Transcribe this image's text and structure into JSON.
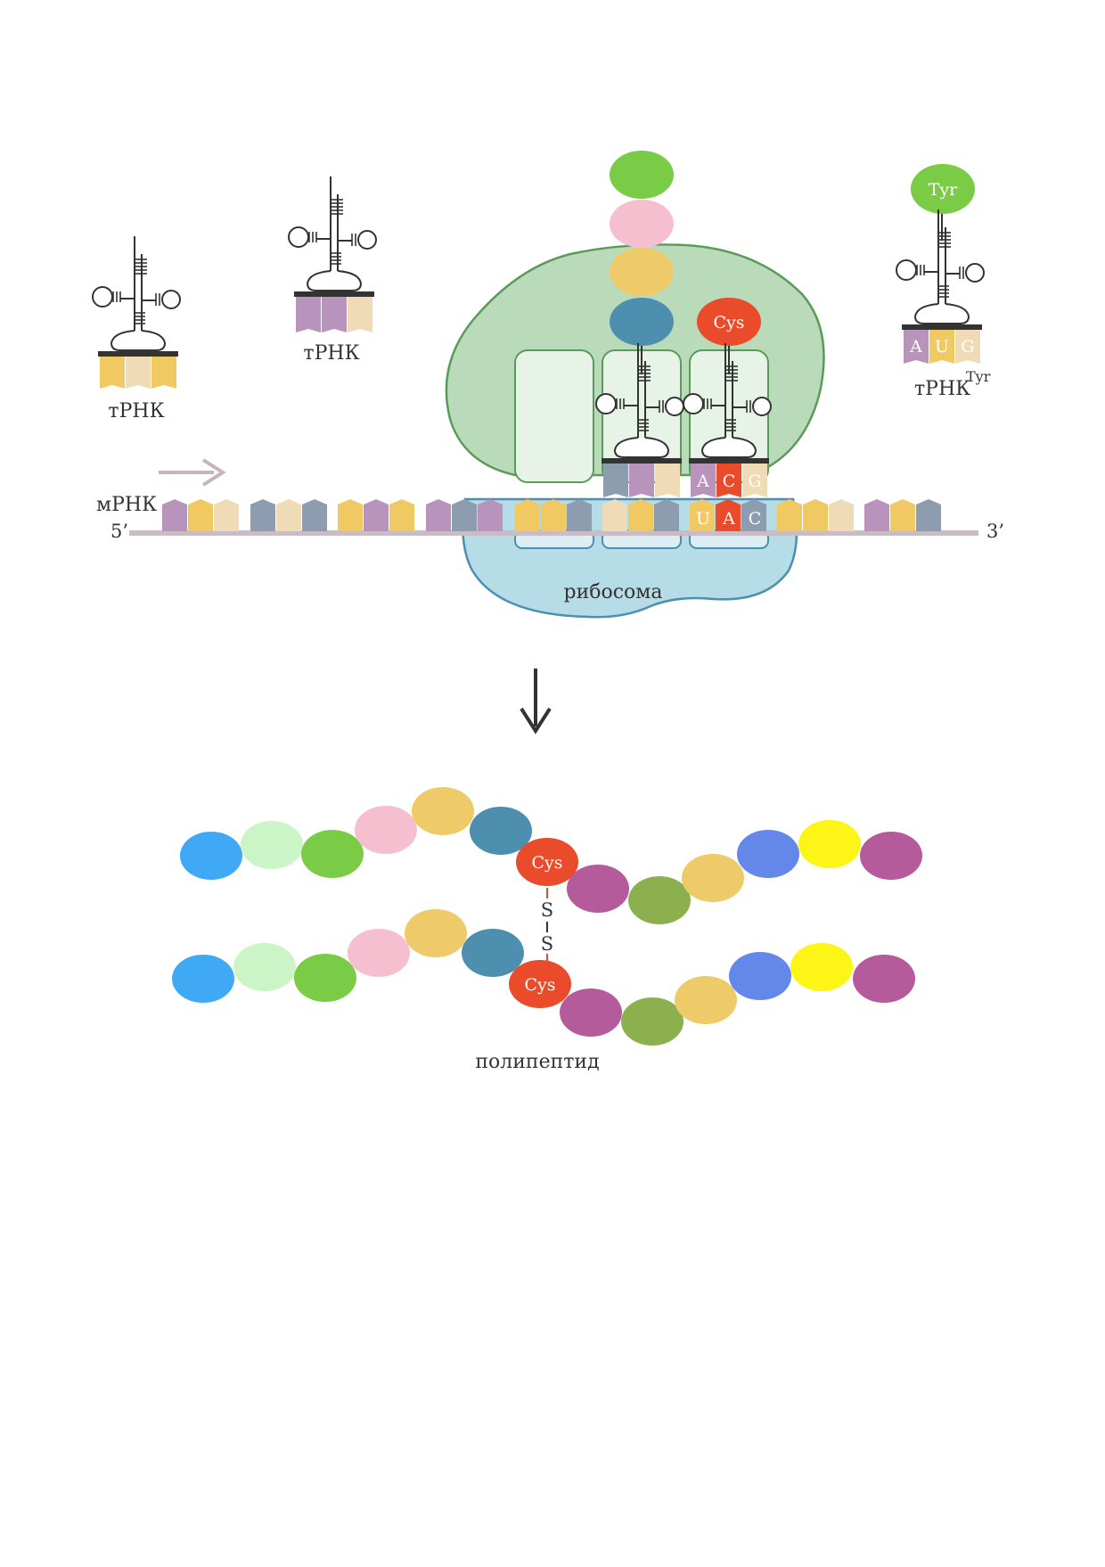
{
  "labels": {
    "trna_left": "тРНК",
    "trna_middle": "тРНК",
    "trna_right": "тРНК",
    "trna_right_sup": "Tyr",
    "mrna": "мРНК",
    "five_prime": "5’",
    "three_prime": "3’",
    "ribosome": "рибосома",
    "polypeptide": "полипептид",
    "disulfide_s1": "S",
    "disulfide_s2": "S"
  },
  "amino_acids": {
    "cys_ribosome": "Cys",
    "tyr": "Tyr",
    "cys_chain_top": "Cys",
    "cys_chain_bottom": "Cys"
  },
  "codons": {
    "trna_tyr_anticodon": [
      "A",
      "U",
      "G"
    ],
    "asite_anticodon": [
      "A",
      "C",
      "G"
    ],
    "asite_codon": [
      "U",
      "A",
      "C"
    ]
  },
  "colors": {
    "ribosome_large": "#b9dbb9",
    "ribosome_large_stroke": "#5a9a5a",
    "ribosome_small": "#b6dce8",
    "ribosome_small_stroke": "#4d8fb0",
    "base_purple": "#b894bc",
    "base_yellow": "#f1c962",
    "base_beige": "#efdbb6",
    "base_gray": "#8e9cb0",
    "base_red": "#ea4b2b",
    "aa_green": "#7acb45",
    "aa_pink": "#f6bfd0",
    "aa_yellow": "#eeca68",
    "aa_teal": "#4e8fb0",
    "aa_blue": "#3fa9f5",
    "aa_mint": "#ccf5c7",
    "aa_red": "#ea4b2b",
    "aa_magenta": "#b55a9a",
    "aa_olive": "#8db04f",
    "aa_royal": "#6488ea",
    "aa_lemon": "#fdf515"
  }
}
